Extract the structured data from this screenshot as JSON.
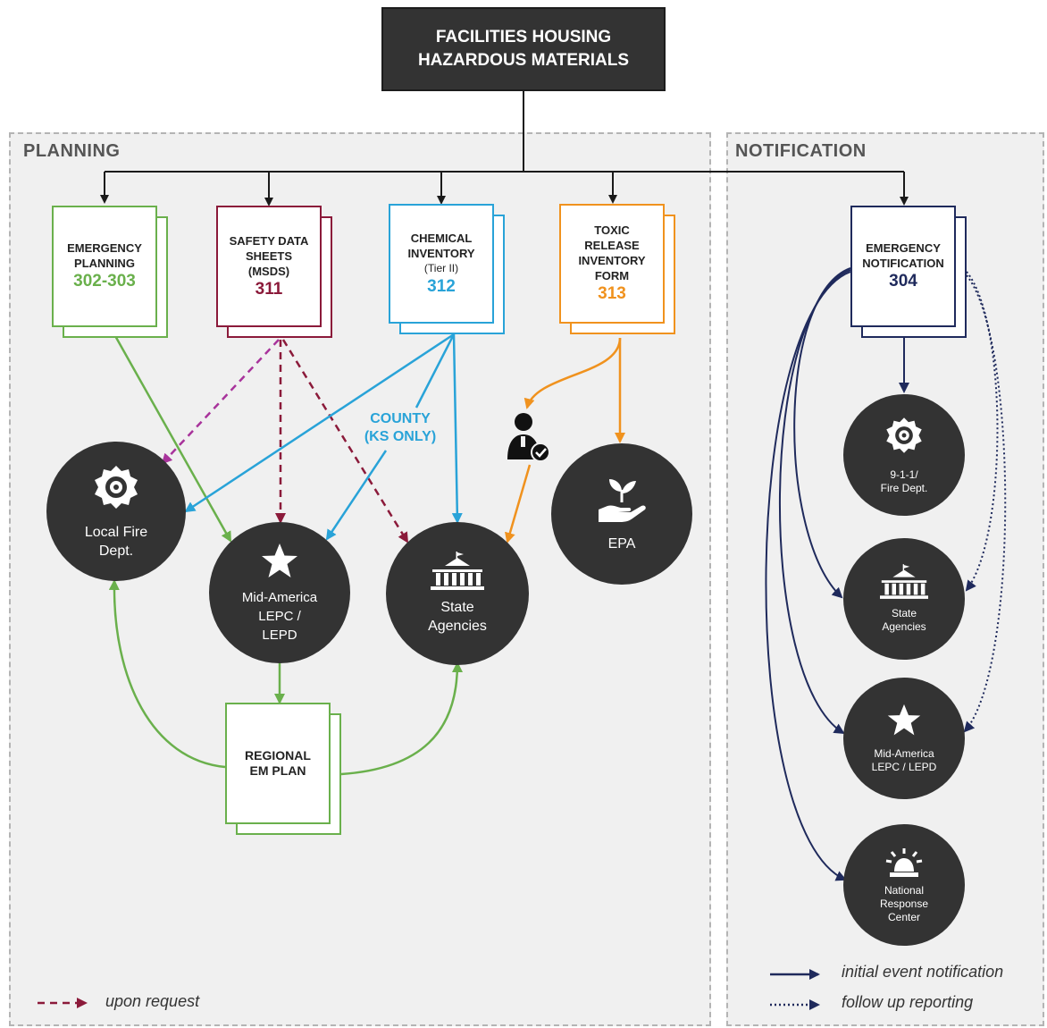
{
  "header": {
    "line1": "FACILITIES HOUSING",
    "line2": "HAZARDOUS MATERIALS"
  },
  "panels": {
    "planning": "PLANNING",
    "notification": "NOTIFICATION"
  },
  "documents": {
    "emergency_planning": {
      "line1": "EMERGENCY",
      "line2": "PLANNING",
      "number": "302-303",
      "color": "#6ab04c"
    },
    "sds": {
      "line1": "SAFETY DATA",
      "line2": "SHEETS",
      "line3": "(MSDS)",
      "number": "311",
      "color": "#8b1a3a"
    },
    "chemical_inventory": {
      "line1": "CHEMICAL",
      "line2": "INVENTORY",
      "sub": "(Tier II)",
      "number": "312",
      "color": "#29a3d8"
    },
    "tri": {
      "line1": "TOXIC",
      "line2": "RELEASE",
      "line3": "INVENTORY",
      "line4": "FORM",
      "number": "313",
      "color": "#f0921e"
    },
    "emergency_notification": {
      "line1": "EMERGENCY",
      "line2": "NOTIFICATION",
      "number": "304",
      "color": "#1f2a5c"
    },
    "regional_plan": {
      "line1": "REGIONAL",
      "line2": "EM PLAN",
      "color": "#6ab04c"
    }
  },
  "planning_nodes": {
    "local_fire": {
      "line1": "Local Fire",
      "line2": "Dept."
    },
    "mid_america": {
      "line1": "Mid-America",
      "line2": "LEPC /",
      "line3": "LEPD"
    },
    "state_agencies": {
      "line1": "State",
      "line2": "Agencies"
    },
    "epa": {
      "line1": "EPA"
    }
  },
  "county_label": {
    "line1": "COUNTY",
    "line2": "(KS ONLY)"
  },
  "notification_nodes": {
    "fire_911": {
      "line1": "9-1-1/",
      "line2": "Fire Dept."
    },
    "state": {
      "line1": "State",
      "line2": "Agencies"
    },
    "mid_america": {
      "line1": "Mid-America",
      "line2": "LEPC / LEPD"
    },
    "nrc": {
      "line1": "National",
      "line2": "Response",
      "line3": "Center"
    }
  },
  "legend": {
    "upon_request": "upon request",
    "initial": "initial event notification",
    "follow_up": "follow up reporting"
  },
  "icons": [
    "fire-dept-icon",
    "star-icon",
    "government-building-icon",
    "plant-in-hand-icon",
    "agent-check-icon",
    "siren-icon"
  ],
  "colors": {
    "green": "#6ab04c",
    "maroon": "#8b1a3a",
    "magenta": "#a8339b",
    "blue": "#29a3d8",
    "orange": "#f0921e",
    "navy": "#1f2a5c",
    "node": "#333333"
  }
}
